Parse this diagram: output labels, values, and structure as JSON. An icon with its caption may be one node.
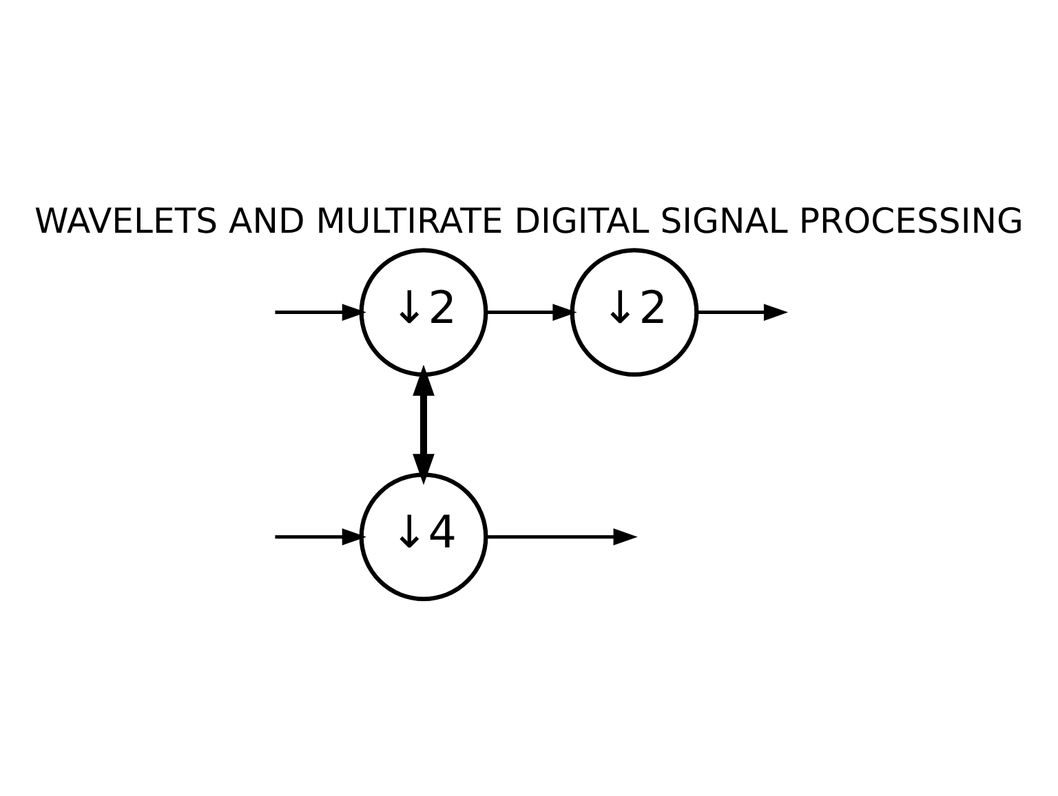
{
  "diagram": {
    "title": "WAVELETS AND MULTIRATE DIGITAL SIGNAL PROCESSING",
    "nodes": [
      {
        "text": [
          "↓2"
        ]
      },
      {
        "text": [
          "↓2"
        ]
      },
      {
        "text": [
          "↓4"
        ]
      }
    ],
    "edges": [
      {
        "from": null,
        "to": 0,
        "arrow": "to"
      },
      {
        "from": 0,
        "to": 1,
        "arrow": "to"
      },
      {
        "from": 1,
        "to": null,
        "arrow": "to"
      },
      {
        "from": 0,
        "to": 2,
        "arrow": "both",
        "style": "thick"
      },
      {
        "from": 2,
        "to": null,
        "arrow": "to"
      },
      {
        "from": null,
        "to": 2,
        "arrow": "to"
      }
    ]
  }
}
